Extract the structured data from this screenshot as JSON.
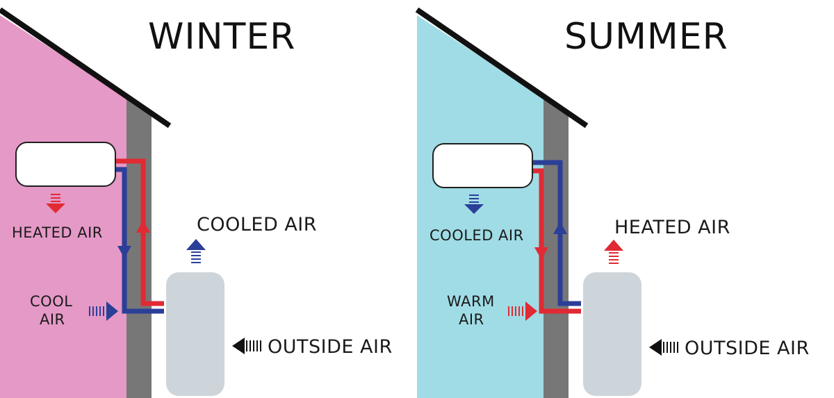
{
  "panels": {
    "winter": {
      "title": "WINTER",
      "wall_color": "#e599c7",
      "indoor_label": "HEATED AIR",
      "intake_label_line1": "COOL",
      "intake_label_line2": "AIR",
      "exhaust_label": "COOLED AIR",
      "outside_label": "OUTSIDE AIR"
    },
    "summer": {
      "title": "SUMMER",
      "wall_color": "#a0dce5",
      "indoor_label": "COOLED AIR",
      "intake_label_line1": "WARM",
      "intake_label_line2": "AIR",
      "exhaust_label": "HEATED AIR",
      "outside_label": "OUTSIDE AIR"
    }
  },
  "colors": {
    "hot": "#e12a33",
    "cold": "#2b3f98",
    "wall_edge": "#777777",
    "unit_fill": "#ced5da",
    "roof": "#111111",
    "outside_arrow": "#111111"
  },
  "icons": {
    "indoor_unit": "indoor-unit-icon",
    "outdoor_unit": "outdoor-unit-icon",
    "arrow": "arrow-icon"
  }
}
